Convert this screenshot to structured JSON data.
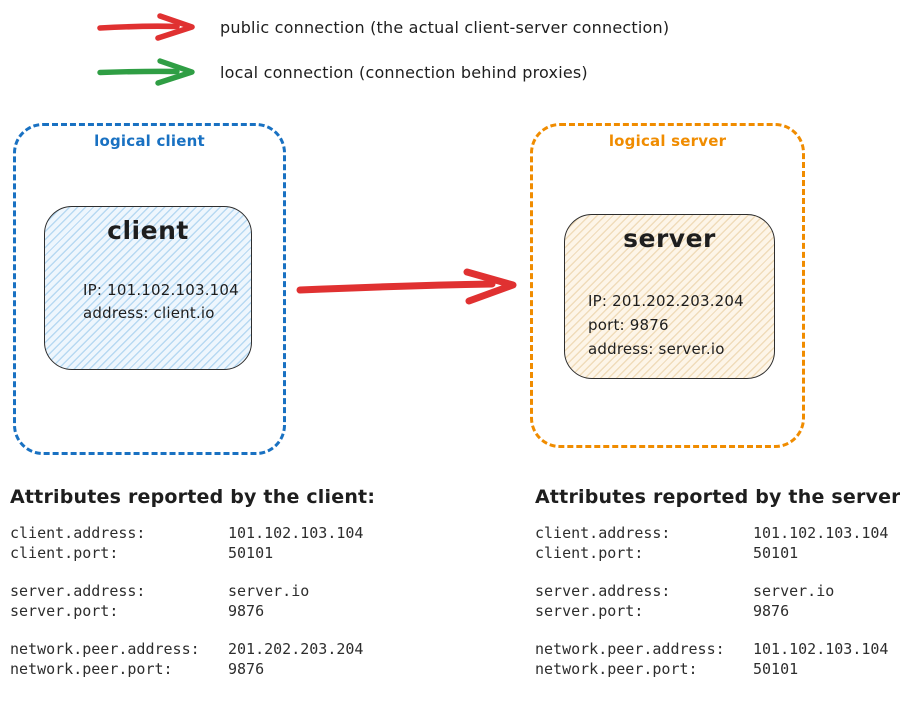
{
  "colors": {
    "public-arrow": "#e03131",
    "local-arrow": "#2f9e44",
    "client-border": "#1971c2",
    "server-border": "#f08c00",
    "ink": "#1e1e1e"
  },
  "legend": {
    "items": [
      {
        "name": "public-connection",
        "color": "#e03131",
        "label": "public connection (the actual client-server connection)"
      },
      {
        "name": "local-connection",
        "color": "#2f9e44",
        "label": "local connection (connection behind proxies)"
      }
    ]
  },
  "diagram": {
    "logical_client": {
      "label": "logical client",
      "node": {
        "title": "client",
        "lines": [
          "IP: 101.102.103.104",
          "address: client.io"
        ]
      }
    },
    "logical_server": {
      "label": "logical server",
      "node": {
        "title": "server",
        "lines": [
          "IP: 201.202.203.204",
          "port: 9876",
          "address: server.io"
        ]
      }
    }
  },
  "attributes": {
    "client": {
      "title": "Attributes reported by the client:",
      "groups": [
        [
          {
            "key": "client.address:",
            "value": "101.102.103.104"
          },
          {
            "key": "client.port:",
            "value": "50101"
          }
        ],
        [
          {
            "key": "server.address:",
            "value": "server.io"
          },
          {
            "key": "server.port:",
            "value": "9876"
          }
        ],
        [
          {
            "key": "network.peer.address:",
            "value": "201.202.203.204"
          },
          {
            "key": "network.peer.port:",
            "value": "9876"
          }
        ]
      ]
    },
    "server": {
      "title": "Attributes reported by the server:",
      "groups": [
        [
          {
            "key": "client.address:",
            "value": "101.102.103.104"
          },
          {
            "key": "client.port:",
            "value": "50101"
          }
        ],
        [
          {
            "key": "server.address:",
            "value": "server.io"
          },
          {
            "key": "server.port:",
            "value": "9876"
          }
        ],
        [
          {
            "key": "network.peer.address:",
            "value": "101.102.103.104"
          },
          {
            "key": "network.peer.port:",
            "value": "50101"
          }
        ]
      ]
    }
  }
}
